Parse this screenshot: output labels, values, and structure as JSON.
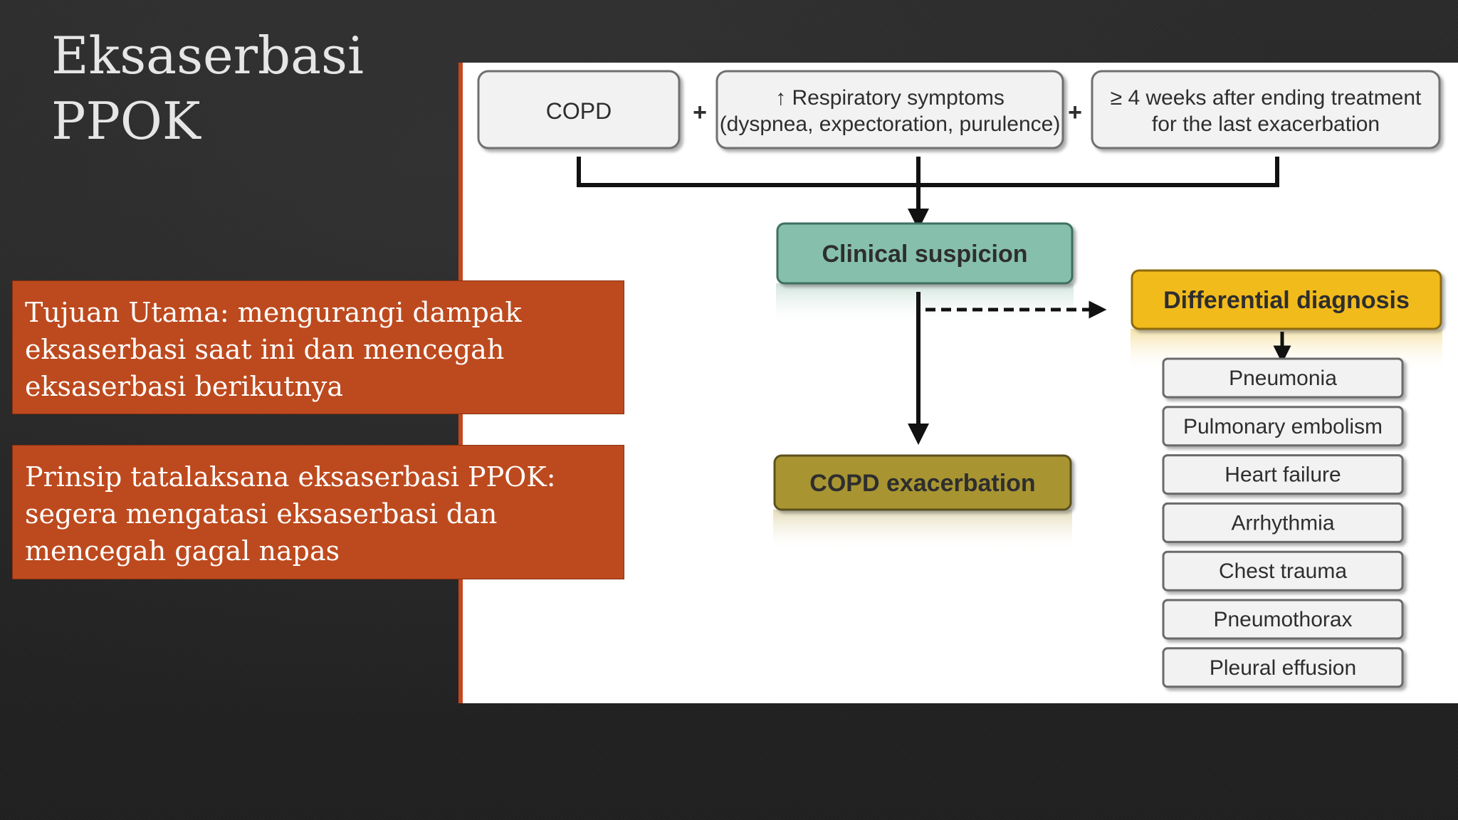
{
  "slide": {
    "title_line1": "Eksaserbasi",
    "title_line2": "PPOK"
  },
  "callouts": [
    {
      "text": "Tujuan Utama: mengurangi dampak eksaserbasi saat ini dan mencegah eksaserbasi berikutnya"
    },
    {
      "text": "Prinsip tatalaksana eksaserbasi PPOK: segera mengatasi eksaserbasi dan mencegah gagal napas"
    }
  ],
  "diagram": {
    "inputs": [
      {
        "lines": [
          "COPD"
        ]
      },
      {
        "lines": [
          "↑ Respiratory symptoms",
          "(dyspnea, expectoration, purulence)"
        ]
      },
      {
        "lines": [
          "≥ 4 weeks after ending treatment",
          "for the last exacerbation"
        ]
      }
    ],
    "plus": "+",
    "clinical_suspicion": "Clinical suspicion",
    "copd_exacerbation": "COPD exacerbation",
    "differential_diagnosis": "Differential diagnosis",
    "differentials": [
      "Pneumonia",
      "Pulmonary embolism",
      "Heart failure",
      "Arrhythmia",
      "Chest trauma",
      "Pneumothorax",
      "Pleural effusion"
    ],
    "colors": {
      "clinical_suspicion": "#86c0ac",
      "copd_exacerbation": "#a89532",
      "differential_diagnosis": "#f2bb1d",
      "input_box": "#f2f2f2"
    }
  }
}
